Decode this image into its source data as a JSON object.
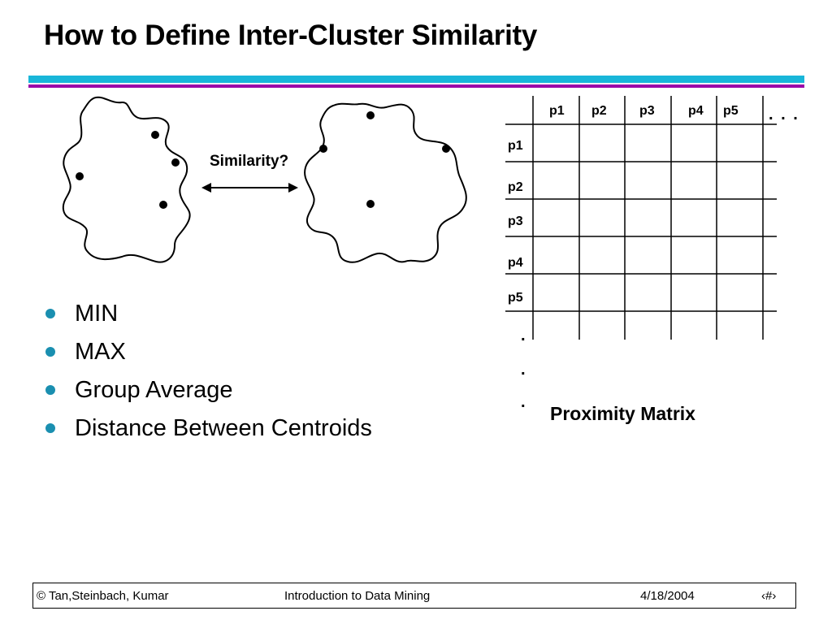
{
  "slide": {
    "title": "How to Define Inter-Cluster Similarity",
    "similarity_label": "Similarity?",
    "bullets": [
      "MIN",
      "MAX",
      "Group Average",
      "Distance Between Centroids"
    ],
    "matrix": {
      "col_headers": [
        "p1",
        "p2",
        "p3",
        "p4",
        "p5"
      ],
      "col_ellipsis": ". . .",
      "row_headers": [
        "p1",
        "p2",
        "p3",
        "p4",
        "p5"
      ],
      "row_ellipsis": [
        ".",
        ".",
        "."
      ],
      "caption": "Proximity Matrix"
    }
  },
  "footer": {
    "copyright": "© Tan,Steinbach, Kumar",
    "course": "Introduction to Data Mining",
    "date": "4/18/2004",
    "page": "‹#›"
  },
  "colors": {
    "rule_cyan": "#19b6d9",
    "rule_purple": "#9a00a8",
    "bullet": "#1a8fb0"
  }
}
